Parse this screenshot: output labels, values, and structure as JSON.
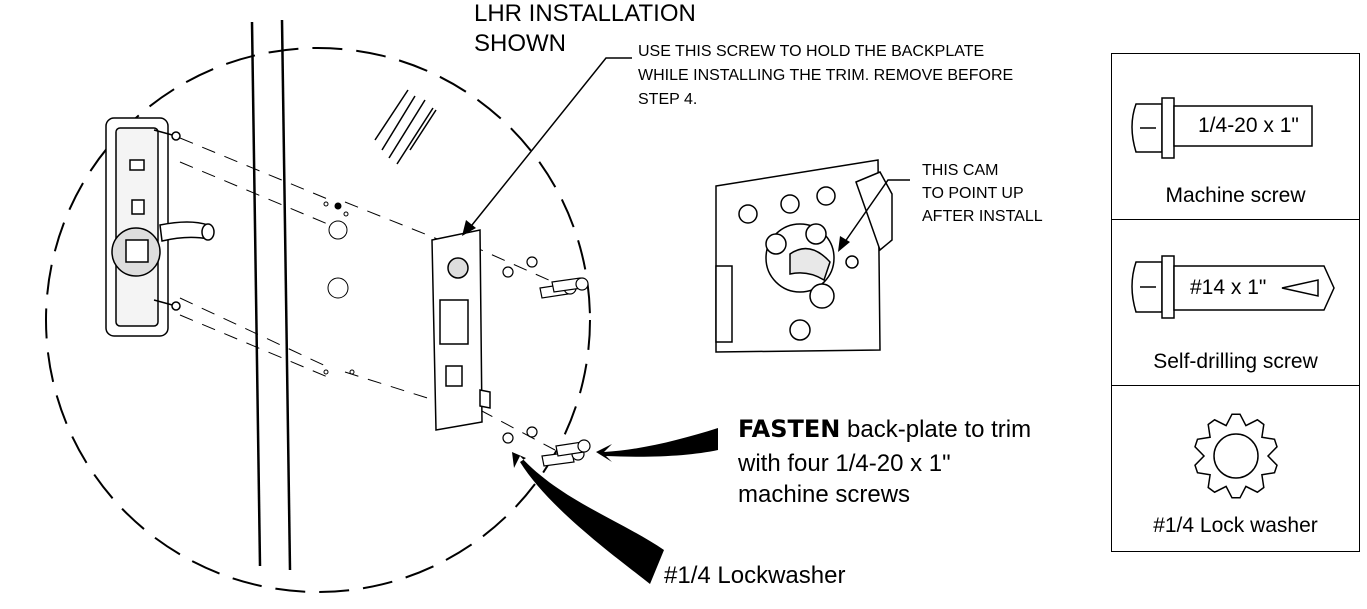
{
  "header": {
    "install_line1": "LHR INSTALLATION",
    "install_line2": "SHOWN"
  },
  "callouts": {
    "screw_hold": {
      "line1": "USE THIS SCREW TO HOLD THE BACKPLATE",
      "line2": "WHILE INSTALLING THE TRIM.  REMOVE BEFORE",
      "line3": "STEP 4."
    },
    "cam": {
      "line1": "THIS CAM",
      "line2": "TO POINT UP",
      "line3": "AFTER INSTALL"
    },
    "fasten": {
      "keyword": "FASTEN",
      "line1_rest": " back-plate to trim",
      "line2": "with four 1/4-20 x 1\"",
      "line3": "machine screws"
    },
    "lockwasher": "#1/4 Lockwasher"
  },
  "legend": {
    "items": [
      {
        "label": "Machine screw",
        "screw_text": "1/4-20 x 1\""
      },
      {
        "label": "Self-drilling screw",
        "screw_text": "#14 x 1\""
      },
      {
        "label": "#1/4 Lock washer"
      }
    ]
  }
}
